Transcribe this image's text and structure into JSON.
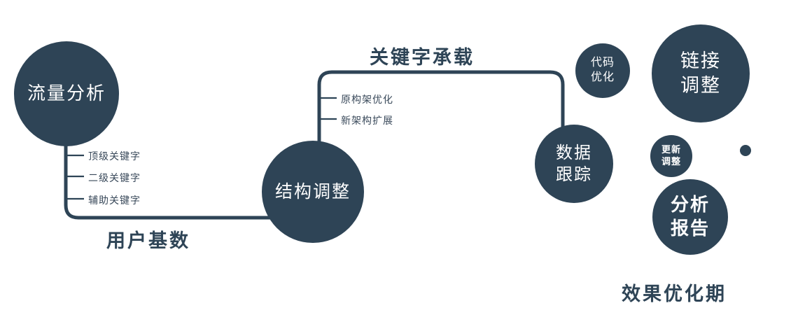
{
  "diagram": {
    "caption": "效果优化期",
    "colors": {
      "primary": "#2e4456",
      "label_text": "#2e4456",
      "node_text": "#ffffff",
      "background": "#ffffff"
    },
    "nodes": {
      "traffic": {
        "label": "流量分析"
      },
      "structure": {
        "label": "结构调整"
      },
      "data_tracking": {
        "lines": [
          "数据",
          "跟踪"
        ]
      },
      "code_opt": {
        "lines": [
          "代码",
          "优化"
        ]
      },
      "link_adjust": {
        "lines": [
          "链接",
          "调整"
        ]
      },
      "update_adjust": {
        "lines": [
          "更新",
          "调整"
        ]
      },
      "analysis_report": {
        "lines": [
          "分析",
          "报告"
        ]
      }
    },
    "edge_labels": {
      "user_base": "用户基数",
      "keyword_carry": "关键字承载"
    },
    "branches": {
      "left": [
        "顶级关键字",
        "二级关键字",
        "辅助关键字"
      ],
      "top": [
        "原构架优化",
        "新架构扩展"
      ]
    }
  }
}
